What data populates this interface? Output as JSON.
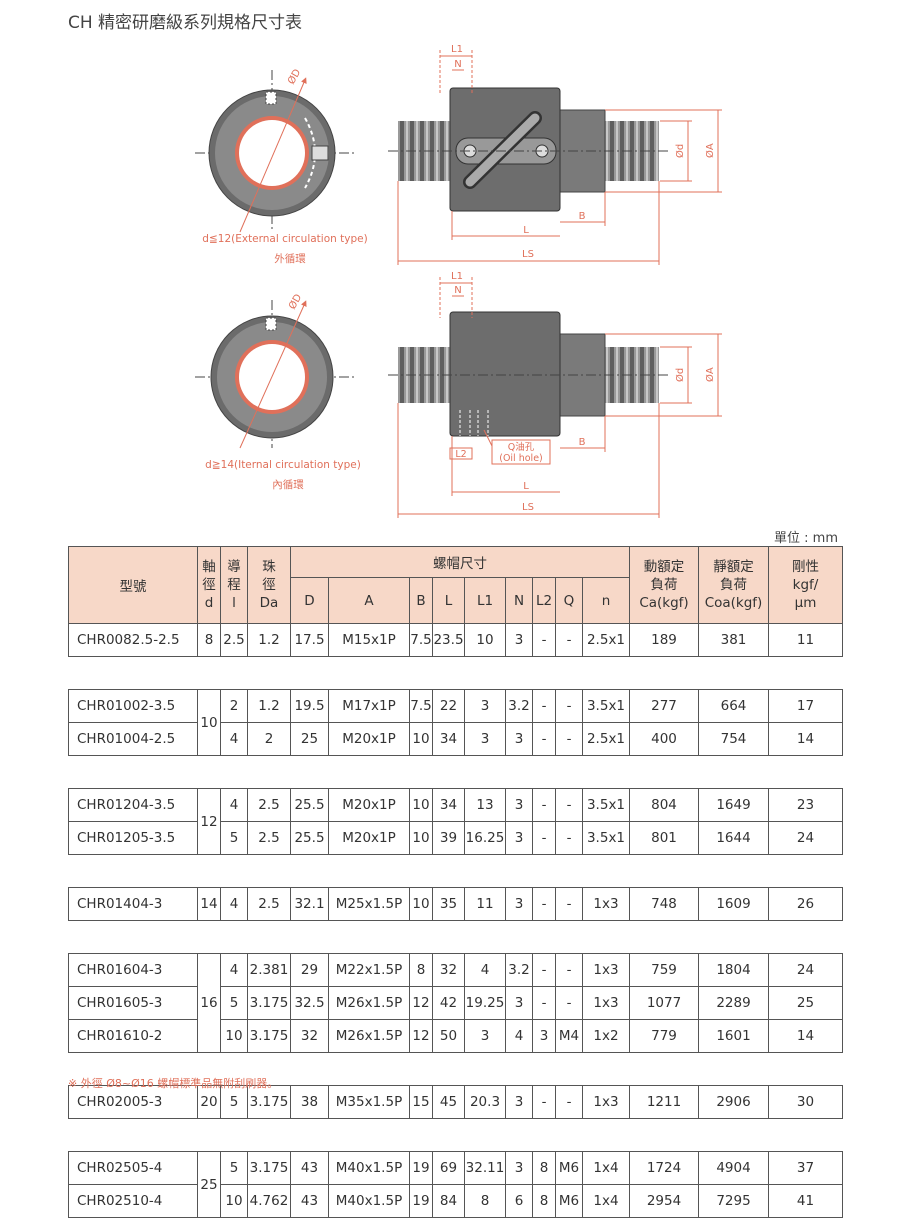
{
  "title": "CH 精密研磨級系列規格尺寸表",
  "unit": "單位 : mm",
  "diagram": {
    "top_caption_en": "d≦12(External circulation type)",
    "top_caption_zh": "外循環",
    "bottom_caption_en": "d≧14(Iternal circulation type)",
    "bottom_caption_zh": "內循環",
    "label_L1": "L1",
    "label_N": "N",
    "label_D": "ØD",
    "label_d": "Ød",
    "label_A": "ØA",
    "label_B": "B",
    "label_L": "L",
    "label_LS": "LS",
    "label_L2": "L2",
    "label_Q": "Q油孔",
    "label_oil": "(Oil hole)",
    "accent_color": "#e0705a"
  },
  "table": {
    "header": {
      "model": "型號",
      "shaft_l1": "軸",
      "shaft_l2": "徑",
      "shaft_l3": "d",
      "lead_l1": "導",
      "lead_l2": "程",
      "lead_l3": "l",
      "ball_l1": "珠",
      "ball_l2": "徑",
      "ball_l3": "Da",
      "nut_group": "螺帽尺寸",
      "D": "D",
      "A": "A",
      "B": "B",
      "L": "L",
      "L1": "L1",
      "N": "N",
      "L2": "L2",
      "Q": "Q",
      "n": "n",
      "dyn_l1": "動額定",
      "dyn_l2": "負荷",
      "dyn_l3": "Ca(kgf)",
      "sta_l1": "靜額定",
      "sta_l2": "負荷",
      "sta_l3": "Coa(kgf)",
      "rig_l1": "剛性",
      "rig_l2": "kgf/",
      "rig_l3": "μm"
    },
    "shaft_groups": [
      "8",
      "10",
      "12",
      "14",
      "16",
      "20",
      "25"
    ],
    "rows": [
      {
        "model": "CHR0082.5-2.5",
        "l": "2.5",
        "Da": "1.2",
        "D": "17.5",
        "A": "M15x1P",
        "B": "7.5",
        "L": "23.5",
        "L1": "10",
        "N": "3",
        "L2": "-",
        "Q": "-",
        "n": "2.5x1",
        "Ca": "189",
        "Coa": "381",
        "K": "11"
      },
      {
        "model": "CHR01002-3.5",
        "l": "2",
        "Da": "1.2",
        "D": "19.5",
        "A": "M17x1P",
        "B": "7.5",
        "L": "22",
        "L1": "3",
        "N": "3.2",
        "L2": "-",
        "Q": "-",
        "n": "3.5x1",
        "Ca": "277",
        "Coa": "664",
        "K": "17"
      },
      {
        "model": "CHR01004-2.5",
        "l": "4",
        "Da": "2",
        "D": "25",
        "A": "M20x1P",
        "B": "10",
        "L": "34",
        "L1": "3",
        "N": "3",
        "L2": "-",
        "Q": "-",
        "n": "2.5x1",
        "Ca": "400",
        "Coa": "754",
        "K": "14"
      },
      {
        "model": "CHR01204-3.5",
        "l": "4",
        "Da": "2.5",
        "D": "25.5",
        "A": "M20x1P",
        "B": "10",
        "L": "34",
        "L1": "13",
        "N": "3",
        "L2": "-",
        "Q": "-",
        "n": "3.5x1",
        "Ca": "804",
        "Coa": "1649",
        "K": "23"
      },
      {
        "model": "CHR01205-3.5",
        "l": "5",
        "Da": "2.5",
        "D": "25.5",
        "A": "M20x1P",
        "B": "10",
        "L": "39",
        "L1": "16.25",
        "N": "3",
        "L2": "-",
        "Q": "-",
        "n": "3.5x1",
        "Ca": "801",
        "Coa": "1644",
        "K": "24"
      },
      {
        "model": "CHR01404-3",
        "l": "4",
        "Da": "2.5",
        "D": "32.1",
        "A": "M25x1.5P",
        "B": "10",
        "L": "35",
        "L1": "11",
        "N": "3",
        "L2": "-",
        "Q": "-",
        "n": "1x3",
        "Ca": "748",
        "Coa": "1609",
        "K": "26"
      },
      {
        "model": "CHR01604-3",
        "l": "4",
        "Da": "2.381",
        "D": "29",
        "A": "M22x1.5P",
        "B": "8",
        "L": "32",
        "L1": "4",
        "N": "3.2",
        "L2": "-",
        "Q": "-",
        "n": "1x3",
        "Ca": "759",
        "Coa": "1804",
        "K": "24"
      },
      {
        "model": "CHR01605-3",
        "l": "5",
        "Da": "3.175",
        "D": "32.5",
        "A": "M26x1.5P",
        "B": "12",
        "L": "42",
        "L1": "19.25",
        "N": "3",
        "L2": "-",
        "Q": "-",
        "n": "1x3",
        "Ca": "1077",
        "Coa": "2289",
        "K": "25"
      },
      {
        "model": "CHR01610-2",
        "l": "10",
        "Da": "3.175",
        "D": "32",
        "A": "M26x1.5P",
        "B": "12",
        "L": "50",
        "L1": "3",
        "N": "4",
        "L2": "3",
        "Q": "M4",
        "n": "1x2",
        "Ca": "779",
        "Coa": "1601",
        "K": "14"
      },
      {
        "model": "CHR02005-3",
        "l": "5",
        "Da": "3.175",
        "D": "38",
        "A": "M35x1.5P",
        "B": "15",
        "L": "45",
        "L1": "20.3",
        "N": "3",
        "L2": "-",
        "Q": "-",
        "n": "1x3",
        "Ca": "1211",
        "Coa": "2906",
        "K": "30"
      },
      {
        "model": "CHR02505-4",
        "l": "5",
        "Da": "3.175",
        "D": "43",
        "A": "M40x1.5P",
        "B": "19",
        "L": "69",
        "L1": "32.11",
        "N": "3",
        "L2": "8",
        "Q": "M6",
        "n": "1x4",
        "Ca": "1724",
        "Coa": "4904",
        "K": "37"
      },
      {
        "model": "CHR02510-4",
        "l": "10",
        "Da": "4.762",
        "D": "43",
        "A": "M40x1.5P",
        "B": "19",
        "L": "84",
        "L1": "8",
        "N": "6",
        "L2": "8",
        "Q": "M6",
        "n": "1x4",
        "Ca": "2954",
        "Coa": "7295",
        "K": "41"
      }
    ]
  },
  "note": "※ 外徑 Ø8~Ø16 螺帽標準品無附刮刷器。"
}
